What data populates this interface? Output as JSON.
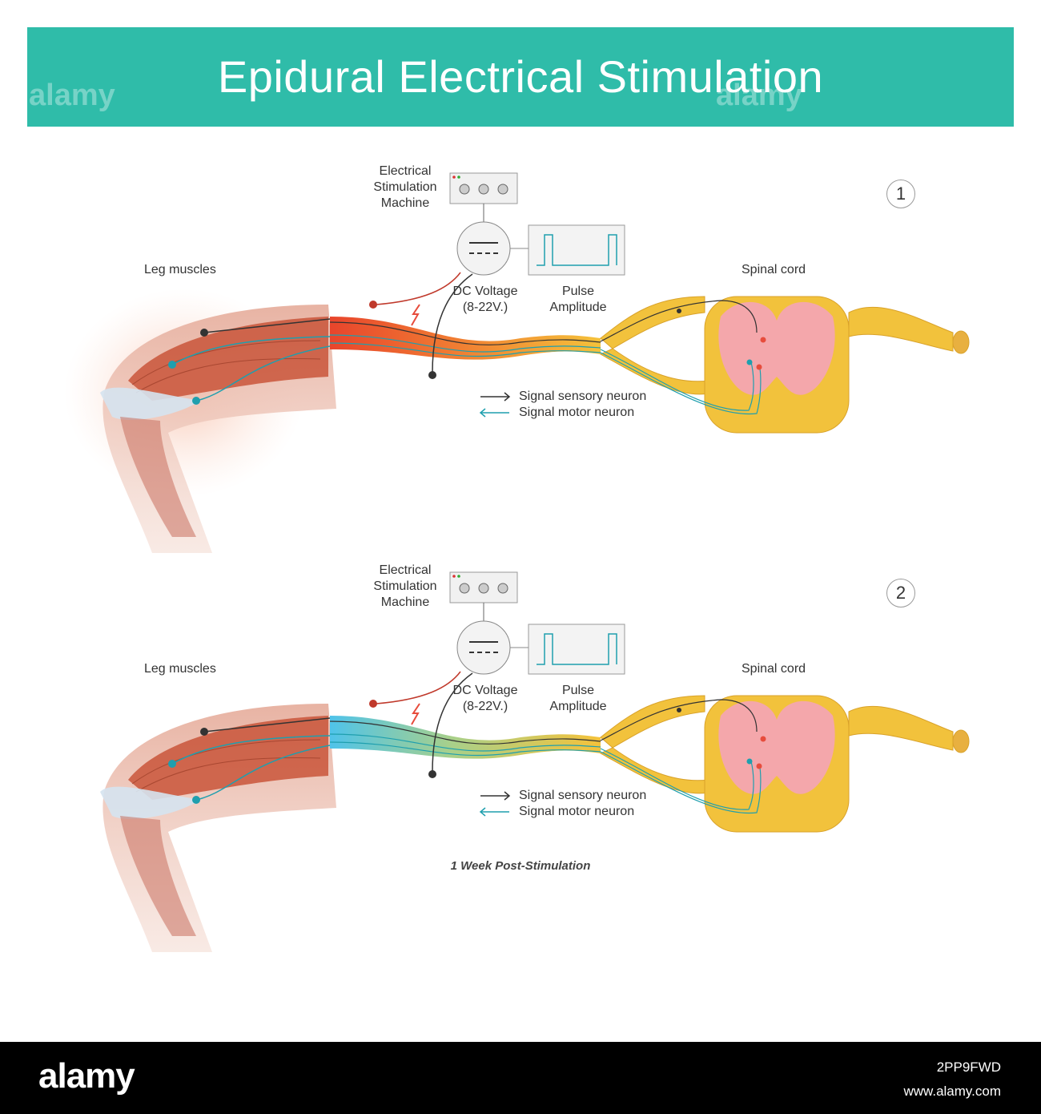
{
  "title": "Epidural Electrical Stimulation",
  "panels": [
    {
      "number": "1",
      "machine_label": [
        "Electrical",
        "Stimulation",
        "Machine"
      ],
      "leg_label": "Leg muscles",
      "spinal_label": "Spinal cord",
      "dc_label": [
        "DC Voltage",
        "(8-22V.)"
      ],
      "pulse_label": [
        "Pulse",
        "Amplitude"
      ],
      "legend_sensory": "Signal sensory neuron",
      "legend_motor": "Signal motor neuron",
      "nerve_gradient": [
        "#e8452c",
        "#f07b32",
        "#f5c23a"
      ]
    },
    {
      "number": "2",
      "machine_label": [
        "Electrical",
        "Stimulation",
        "Machine"
      ],
      "leg_label": "Leg muscles",
      "spinal_label": "Spinal cord",
      "dc_label": [
        "DC Voltage",
        "(8-22V.)"
      ],
      "pulse_label": [
        "Pulse",
        "Amplitude"
      ],
      "legend_sensory": "Signal sensory neuron",
      "legend_motor": "Signal motor neuron",
      "nerve_gradient": [
        "#4fc3ea",
        "#a8d08a",
        "#f5c23a"
      ]
    }
  ],
  "caption": "1 Week Post-Stimulation",
  "watermark": {
    "brand": "alamy",
    "image_id": "2PP9FWD",
    "site": "www.alamy.com"
  },
  "colors": {
    "title_bar": "#2fbca9",
    "sensory_signal": "#333333",
    "motor_signal": "#1f9fae",
    "spinal_nerve": "#f2c23c",
    "grey_matter": "#f4a7ab"
  }
}
